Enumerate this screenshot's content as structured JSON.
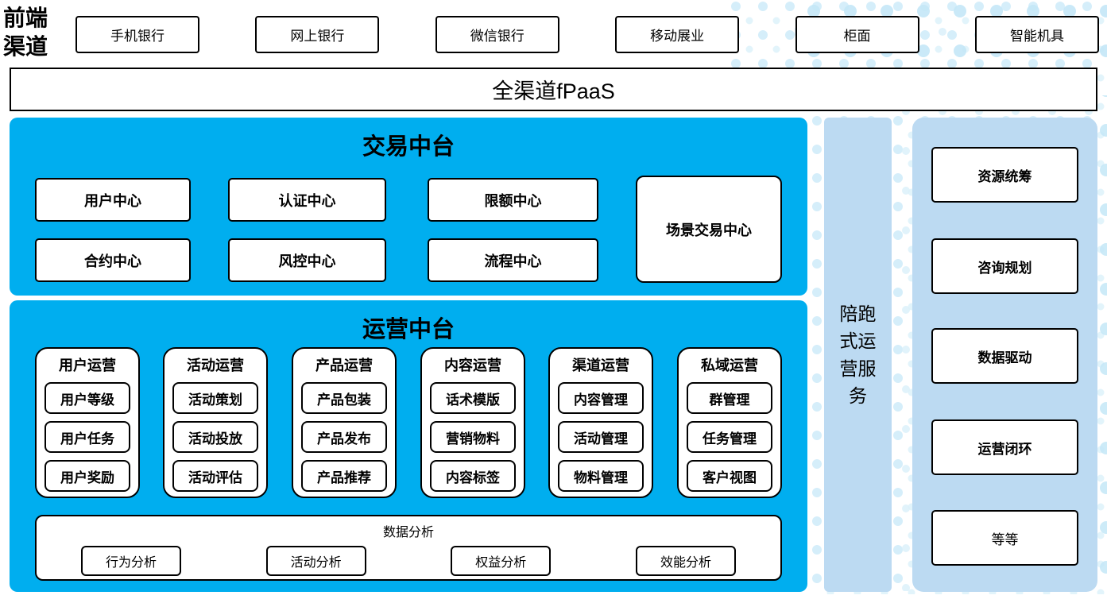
{
  "colors": {
    "primary_blue": "#00AEEF",
    "light_blue": "#BCDAF2",
    "dot_blue_light": "#D5EEFA",
    "dot_blue": "#C4E7F7"
  },
  "front_channels": {
    "label": "前端渠道",
    "items": [
      "手机银行",
      "网上银行",
      "微信银行",
      "移动展业",
      "柜面",
      "智能机具"
    ]
  },
  "fpaas_label": "全渠道fPaaS",
  "trading": {
    "title": "交易中台",
    "centers": [
      "用户中心",
      "认证中心",
      "限额中心",
      "合约中心",
      "风控中心",
      "流程中心"
    ],
    "scene_center": "场景交易中心"
  },
  "operations": {
    "title": "运营中台",
    "columns": [
      {
        "title": "用户运营",
        "items": [
          "用户等级",
          "用户任务",
          "用户奖励"
        ]
      },
      {
        "title": "活动运营",
        "items": [
          "活动策划",
          "活动投放",
          "活动评估"
        ]
      },
      {
        "title": "产品运营",
        "items": [
          "产品包装",
          "产品发布",
          "产品推荐"
        ]
      },
      {
        "title": "内容运营",
        "items": [
          "话术模版",
          "营销物料",
          "内容标签"
        ]
      },
      {
        "title": "渠道运营",
        "items": [
          "内容管理",
          "活动管理",
          "物料管理"
        ]
      },
      {
        "title": "私域运营",
        "items": [
          "群管理",
          "任务管理",
          "客户视图"
        ]
      }
    ],
    "analysis": {
      "title": "数据分析",
      "items": [
        "行为分析",
        "活动分析",
        "权益分析",
        "效能分析"
      ]
    }
  },
  "side_service_label": "陪跑式运营服务",
  "right_panel": {
    "items": [
      "资源统筹",
      "咨询规划",
      "数据驱动",
      "运营闭环",
      "等等"
    ]
  }
}
